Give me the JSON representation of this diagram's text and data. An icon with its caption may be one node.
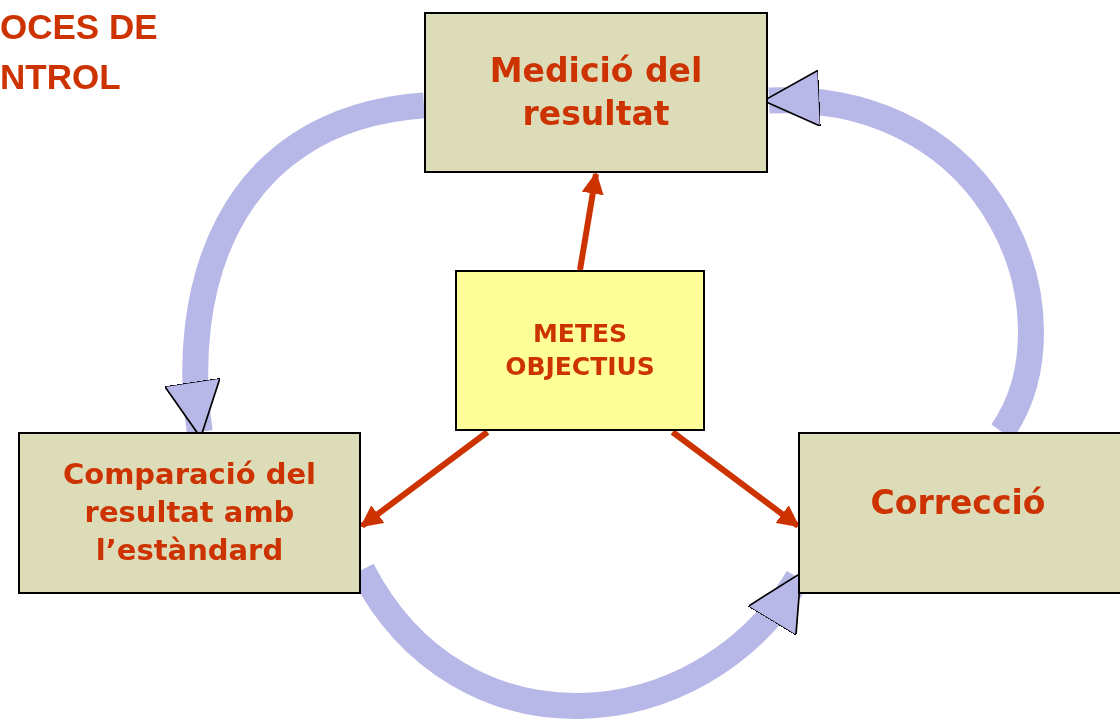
{
  "diagram": {
    "title": "OCES DE NTROL",
    "nodes": [
      {
        "text": [
          "Medició del resultat"
        ]
      },
      {
        "text": [
          "METES OBJECTIUS"
        ]
      },
      {
        "text": [
          "Comparació del resultat amb l’estàndard"
        ]
      },
      {
        "text": [
          "Correcció"
        ]
      }
    ],
    "edges": [
      {
        "from": 1,
        "to": 0,
        "arrow": "to",
        "color": "#cc3300"
      },
      {
        "from": 1,
        "to": 2,
        "arrow": "to",
        "color": "#cc3300"
      },
      {
        "from": 1,
        "to": 3,
        "arrow": "to",
        "color": "#cc3300"
      },
      {
        "from": 0,
        "to": 2,
        "arrow": "to",
        "style": "thick",
        "color": "#b8b8e8"
      },
      {
        "from": 2,
        "to": 3,
        "arrow": "to",
        "style": "thick",
        "color": "#b8b8e8"
      },
      {
        "from": 3,
        "to": 0,
        "arrow": "to",
        "style": "thick",
        "color": "#b8b8e8"
      }
    ]
  }
}
